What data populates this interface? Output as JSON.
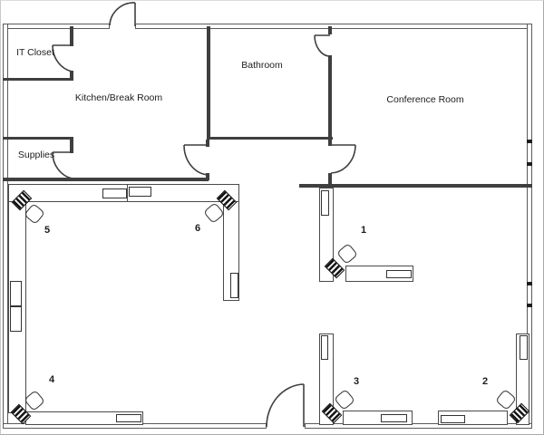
{
  "colors": {
    "exterior_wall": "#5a5a5a",
    "interior_wall": "#3f3f3f",
    "desk_outline": "#4a4a4a",
    "label_text": "#1c1c1c",
    "background": "#ffffff"
  },
  "floor_plan": {
    "rooms": [
      {
        "id": "it-closet",
        "name": "IT Closet"
      },
      {
        "id": "kitchen",
        "name": "Kitchen/Break Room"
      },
      {
        "id": "supplies",
        "name": "Supplies"
      },
      {
        "id": "bathroom",
        "name": "Bathroom"
      },
      {
        "id": "conference",
        "name": "Conference Room"
      }
    ],
    "workstations": [
      {
        "label": "1"
      },
      {
        "label": "2"
      },
      {
        "label": "3"
      },
      {
        "label": "4"
      },
      {
        "label": "5"
      },
      {
        "label": "6"
      }
    ]
  }
}
